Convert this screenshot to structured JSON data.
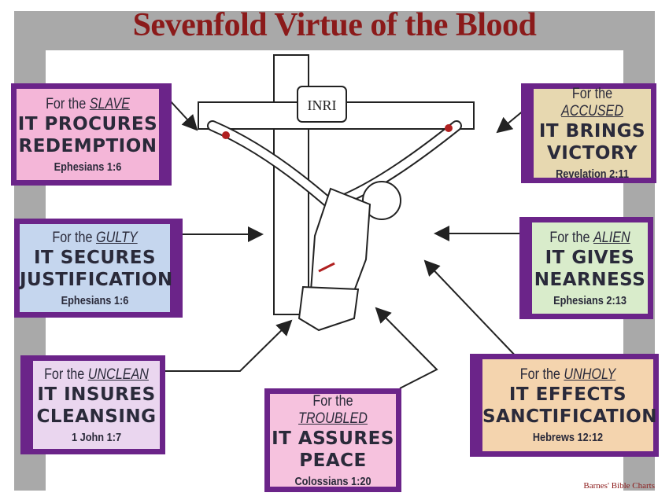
{
  "title": "Sevenfold Virtue of the Blood",
  "sign": "INRI",
  "credit": "Barnes' Bible Charts",
  "colors": {
    "title": "#8b1a1a",
    "border": "#6b2489"
  },
  "boxes": [
    {
      "lead": "For the",
      "who": "SLAVE",
      "main1": "IT PROCURES",
      "main2": "REDEMPTION",
      "ref": "Ephesians 1:6",
      "fill": "#f4b6d8"
    },
    {
      "lead": "For the",
      "who": "GULTY",
      "main1": "IT SECURES",
      "main2": "JUSTIFICATION",
      "ref": "Ephesians 1:6",
      "fill": "#c5d6ee"
    },
    {
      "lead": "For the",
      "who": "UNCLEAN",
      "main1": "IT INSURES",
      "main2": "CLEANSING",
      "ref": "1 John 1:7",
      "fill": "#ead6ef"
    },
    {
      "lead": "For the",
      "who": "TROUBLED",
      "main1": "IT ASSURES",
      "main2": "PEACE",
      "ref": "Colossians 1:20",
      "fill": "#f6c2de"
    },
    {
      "lead": "For the",
      "who": "UNHOLY",
      "main1": "IT EFFECTS",
      "main2": "SANCTIFICATION",
      "ref": "Hebrews 12:12",
      "fill": "#f4d4ae"
    },
    {
      "lead": "For the",
      "who": "ALIEN",
      "main1": "IT GIVES",
      "main2": "NEARNESS",
      "ref": "Ephesians 2:13",
      "fill": "#d9eccb"
    },
    {
      "lead": "For the",
      "who": "ACCUSED",
      "main1": "IT BRINGS",
      "main2": "VICTORY",
      "ref": "Revelation 2:11",
      "fill": "#e7d8b0"
    }
  ]
}
